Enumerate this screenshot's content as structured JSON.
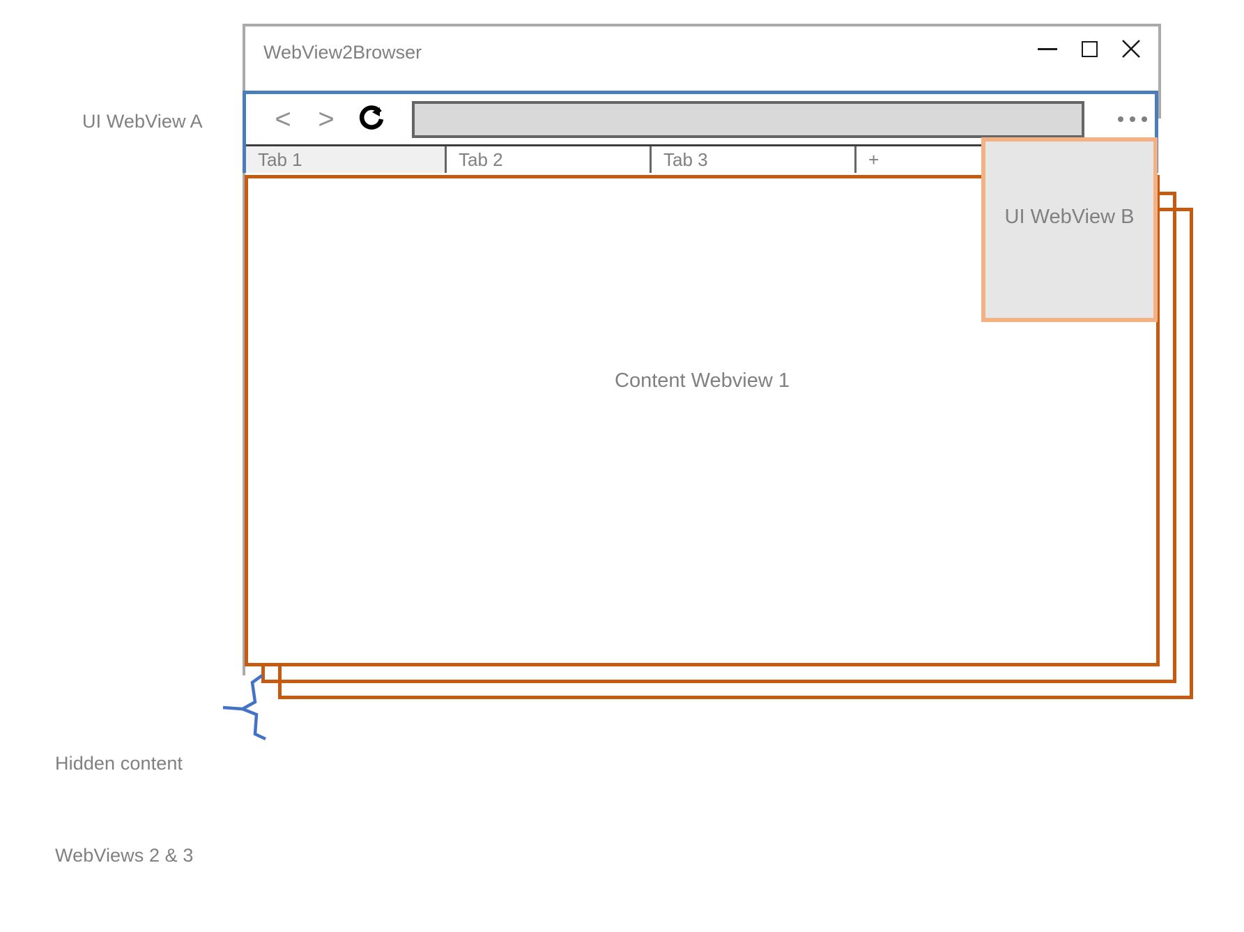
{
  "diagram": {
    "annotations": {
      "ui_webview_a": "UI WebView A",
      "hidden_content_line1": "Hidden content",
      "hidden_content_line2": "WebViews 2 & 3"
    },
    "colors": {
      "ui_webview_a_border": "#4a7ebb",
      "content_webview_border": "#c55a11",
      "ui_webview_b_border": "#f4b183",
      "ui_webview_b_fill": "#e6e6e6",
      "window_border": "#aaaaaa",
      "text_gray": "#808080",
      "address_bar_fill": "#d9d9d9",
      "address_bar_border": "#666666",
      "active_tab_fill": "#f0f0f0"
    }
  },
  "window": {
    "title": "WebView2Browser",
    "controls": {
      "minimize": "minimize-icon",
      "maximize": "maximize-icon",
      "close": "close-icon"
    }
  },
  "toolbar": {
    "back_label": "<",
    "forward_label": ">",
    "reload_icon": "reload-icon",
    "menu_icon": "ellipsis-icon",
    "address_bar_value": "",
    "address_bar_placeholder": ""
  },
  "tabs": [
    {
      "label": "Tab 1",
      "active": true
    },
    {
      "label": "Tab 2",
      "active": false
    },
    {
      "label": "Tab 3",
      "active": false
    },
    {
      "label": "+",
      "active": false
    }
  ],
  "content": {
    "webview_1_label": "Content Webview 1",
    "ui_webview_b_label": "UI WebView B"
  }
}
